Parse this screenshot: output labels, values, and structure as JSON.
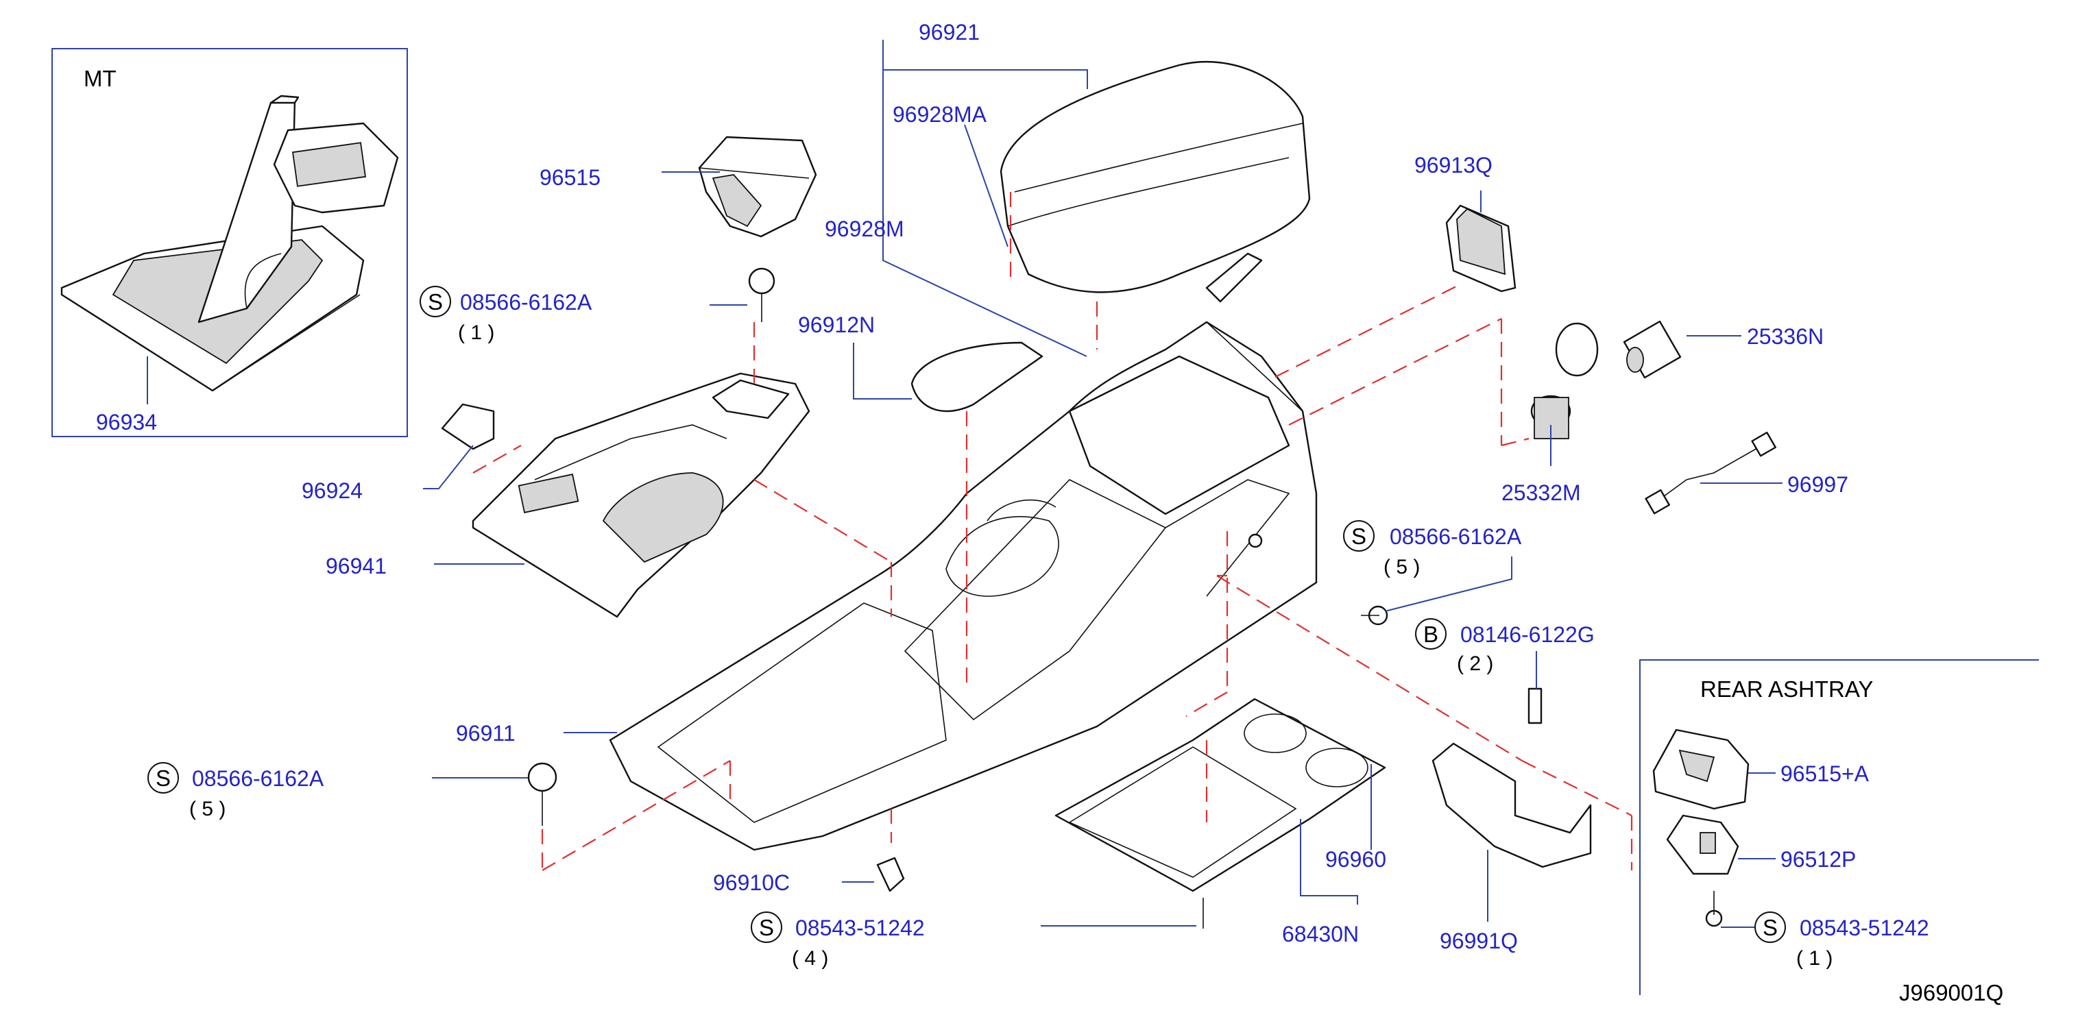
{
  "insets": {
    "mt": "MT",
    "rear_ashtray": "REAR ASHTRAY"
  },
  "parts": {
    "p96921": "96921",
    "p96928MA": "96928MA",
    "p96928M": "96928M",
    "p96515": "96515",
    "p96913Q": "96913Q",
    "p08566a": "08566-6162A",
    "p96912N": "96912N",
    "p25336N": "25336N",
    "p96934": "96934",
    "p96924": "96924",
    "p25332M": "25332M",
    "p96997": "96997",
    "p96941": "96941",
    "p08566b": "08566-6162A",
    "p08146": "08146-6122G",
    "p96911": "96911",
    "p08566c": "08566-6162A",
    "p96515A": "96515+A",
    "p96960": "96960",
    "p96512P": "96512P",
    "p96910C": "96910C",
    "p08543a": "08543-51242",
    "p68430N": "68430N",
    "p96991Q": "96991Q",
    "p08543b": "08543-51242"
  },
  "quantities": {
    "q08566a": "( 1 )",
    "q08566b": "( 5 )",
    "q08146": "( 2 )",
    "q08566c": "( 5 )",
    "q08543a": "( 4 )",
    "q08543b": "( 1 )"
  },
  "markers": {
    "s": "S",
    "b": "B"
  },
  "diagram_id": "J969001Q"
}
